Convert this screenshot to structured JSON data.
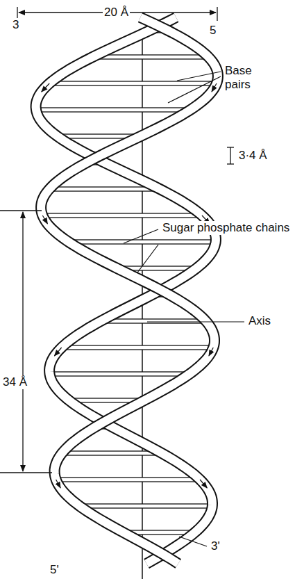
{
  "diagram": {
    "labels": [
      "20 Å",
      "3",
      "5",
      "Base pairs",
      "3·4 Å",
      "Sugar phosphate chains",
      "Axis",
      "34 Å",
      "3'",
      "5'"
    ]
  }
}
